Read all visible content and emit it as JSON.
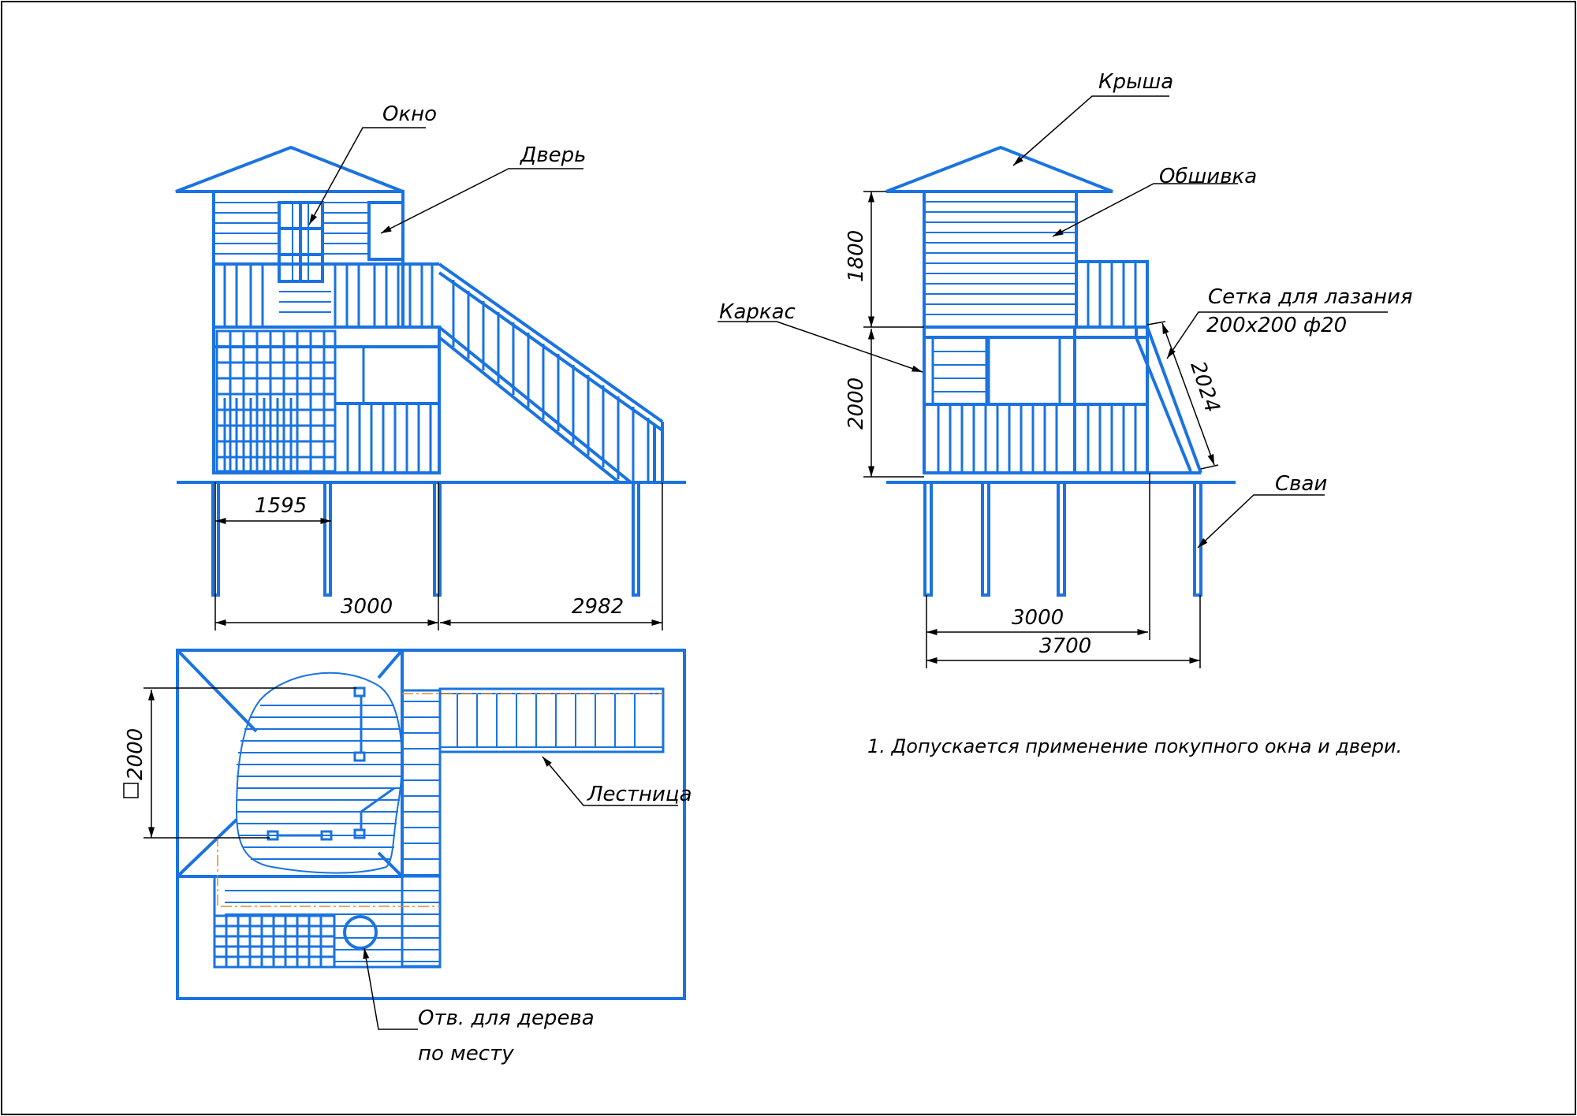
{
  "labels": {
    "okno": "Окно",
    "dver": "Дверь",
    "krysha": "Крыша",
    "obshivka": "Обшивка",
    "karkas": "Каркас",
    "setka_line1": "Сетка для лазания",
    "setka_line2": "200х200 ф20",
    "svai": "Сваи",
    "lestnitsa": "Лестница",
    "otv_line1": "Отв. для дерева",
    "otv_line2": "по месту"
  },
  "dimensions": {
    "front_width_1595": "1595",
    "front_width_3000": "3000",
    "front_stair_2982": "2982",
    "side_height_1800": "1800",
    "side_height_2000": "2000",
    "side_net_2024": "2024",
    "side_width_3000": "3000",
    "side_width_3700": "3700",
    "plan_size_2000": "2000"
  },
  "notes": {
    "note1": "1. Допускается применение покупного окна и двери."
  },
  "colors": {
    "drawing": "#1a73e0",
    "dimension": "#000000",
    "centerline": "#e08a2a",
    "frame": "#000000"
  }
}
